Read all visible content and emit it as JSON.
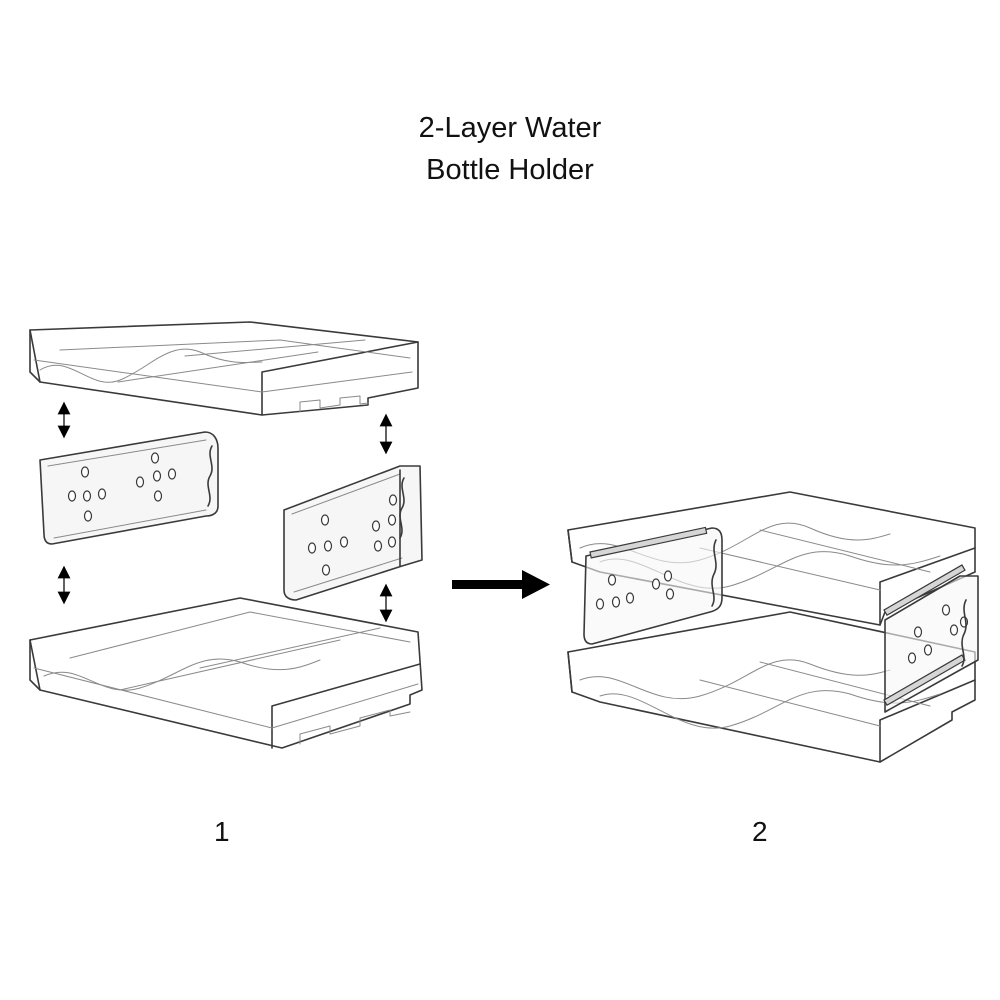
{
  "title": {
    "line1": "2-Layer Water",
    "line2": "Bottle Holder"
  },
  "steps": {
    "step1": "1",
    "step2": "2"
  },
  "colors": {
    "outline": "#3a3a3a",
    "thin_line": "#8a8a8a",
    "arrow": "#000000",
    "background": "#ffffff"
  }
}
